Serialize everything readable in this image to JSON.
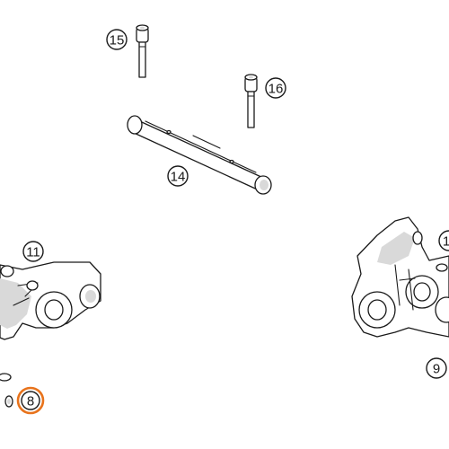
{
  "accent_color": "#e8731c",
  "callouts": {
    "c15": "15",
    "c16": "16",
    "c14": "14",
    "c11": "11",
    "c8": "8",
    "c9": "9",
    "c11b": "1"
  },
  "highlighted_callout": "8"
}
